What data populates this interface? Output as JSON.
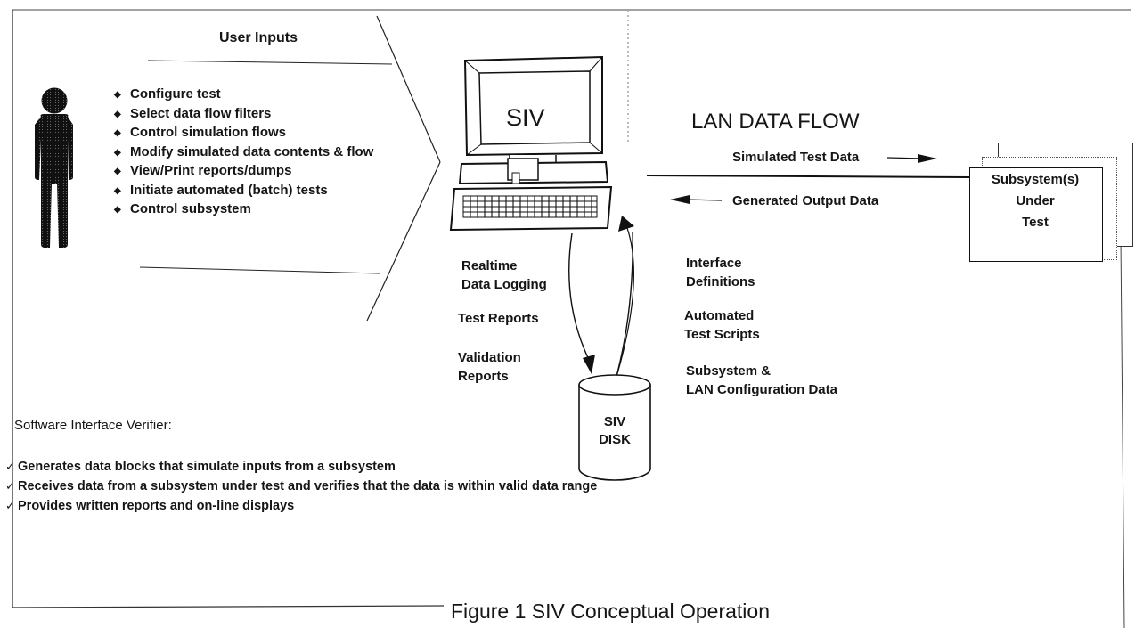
{
  "user_inputs": {
    "heading": "User Inputs",
    "items": [
      "Configure test",
      "Select data flow filters",
      "Control simulation flows",
      "Modify simulated data contents & flow",
      "View/Print reports/dumps",
      "Initiate automated (batch) tests",
      "Control subsystem"
    ]
  },
  "computer": {
    "screen_label": "SIV"
  },
  "lan": {
    "title": "LAN DATA FLOW",
    "simulated": "Simulated Test Data",
    "generated": "Generated Output Data"
  },
  "subsystem": {
    "label_lines": [
      "Subsystem(s)",
      "Under",
      "Test"
    ]
  },
  "disk_out": {
    "logging": [
      "Realtime",
      "Data Logging"
    ],
    "reports": "Test Reports",
    "validation": [
      "Validation",
      "Reports"
    ]
  },
  "disk_in": {
    "interface": [
      "Interface",
      "Definitions"
    ],
    "scripts": [
      "Automated",
      "Test Scripts"
    ],
    "config": [
      "Subsystem &",
      "LAN Configuration Data"
    ]
  },
  "disk": {
    "label_lines": [
      "SIV",
      "DISK"
    ]
  },
  "siv_description": {
    "heading": "Software Interface Verifier:",
    "items": [
      "Generates data blocks that simulate inputs from a subsystem",
      "Receives data from a subsystem under test and verifies that the data is within   valid data range",
      "Provides written reports and on-line displays"
    ]
  },
  "caption": "Figure 1  SIV Conceptual Operation"
}
